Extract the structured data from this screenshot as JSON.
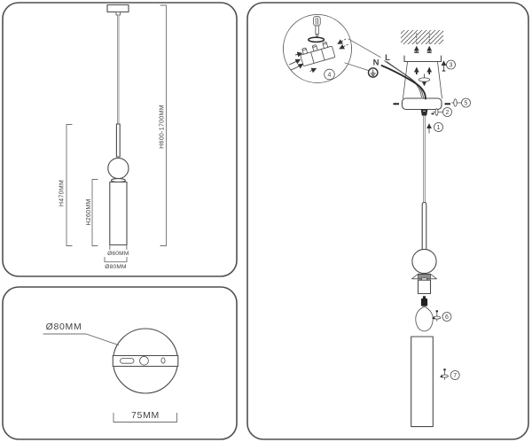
{
  "dimension_panel": {
    "height_fixture": "H470MM",
    "height_shade": "H260MM",
    "height_overall": "H600-1700MM",
    "diameter_shade": "Ø60MM",
    "diameter_canopy": "Ø80MM"
  },
  "canopy_panel": {
    "diameter_label": "Ø80MM",
    "spacing_label": "75MM"
  },
  "assembly_panel": {
    "wire_neutral": "N",
    "wire_live": "L",
    "steps": [
      "1",
      "2",
      "3",
      "4",
      "5",
      "6",
      "7"
    ]
  },
  "colors": {
    "line": "#4a4a4a",
    "panel_border": "#4f4f4f",
    "dark_fill": "#222222",
    "gray_fill": "#909090"
  }
}
